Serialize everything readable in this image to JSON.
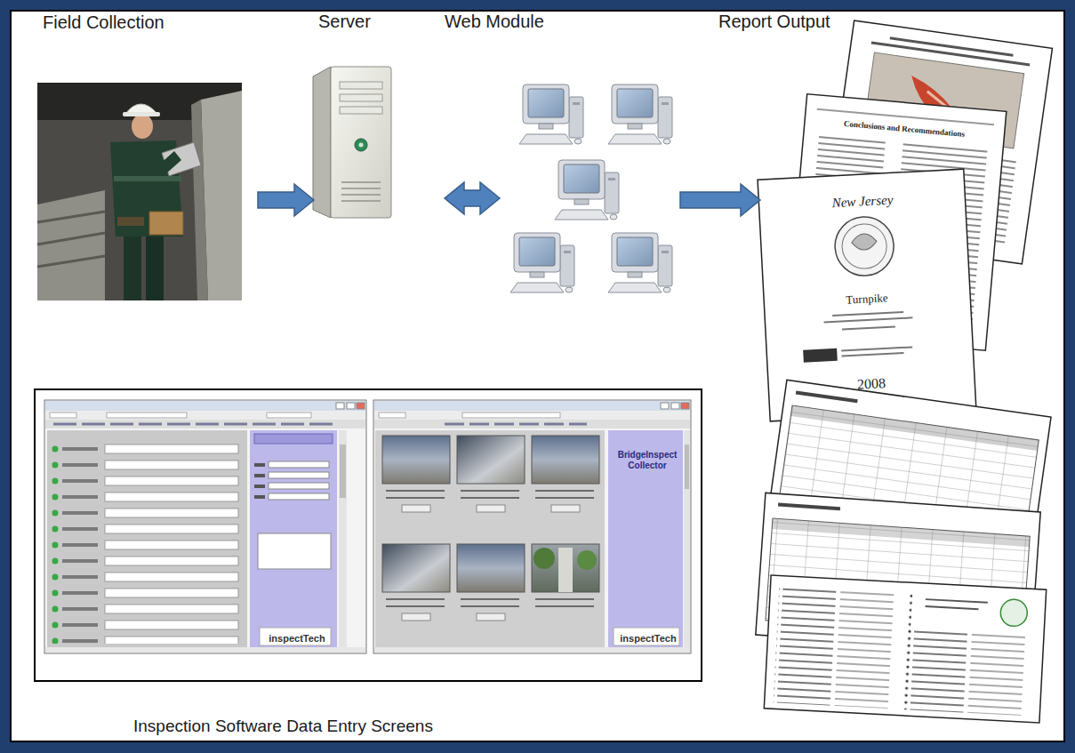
{
  "diagram": {
    "nodes": [
      {
        "text": [
          "Field Collection"
        ]
      },
      {
        "text": [
          "Server"
        ]
      },
      {
        "text": [
          "Web Module"
        ]
      },
      {
        "text": [
          "Report Output"
        ]
      },
      {
        "text": [
          "Inspection Software Data Entry Screens"
        ]
      }
    ],
    "edges": [
      {
        "from": 0,
        "to": 1,
        "arrow": "to"
      },
      {
        "from": 1,
        "to": 2,
        "arrow": "both"
      },
      {
        "from": 2,
        "to": 3,
        "arrow": "to"
      }
    ],
    "labels": [
      "inspectTech",
      "BridgeInspect Collector",
      "inspectTech",
      "New Jersey",
      "Turnpike",
      "2008",
      "Conclusions and Recommendations"
    ]
  }
}
